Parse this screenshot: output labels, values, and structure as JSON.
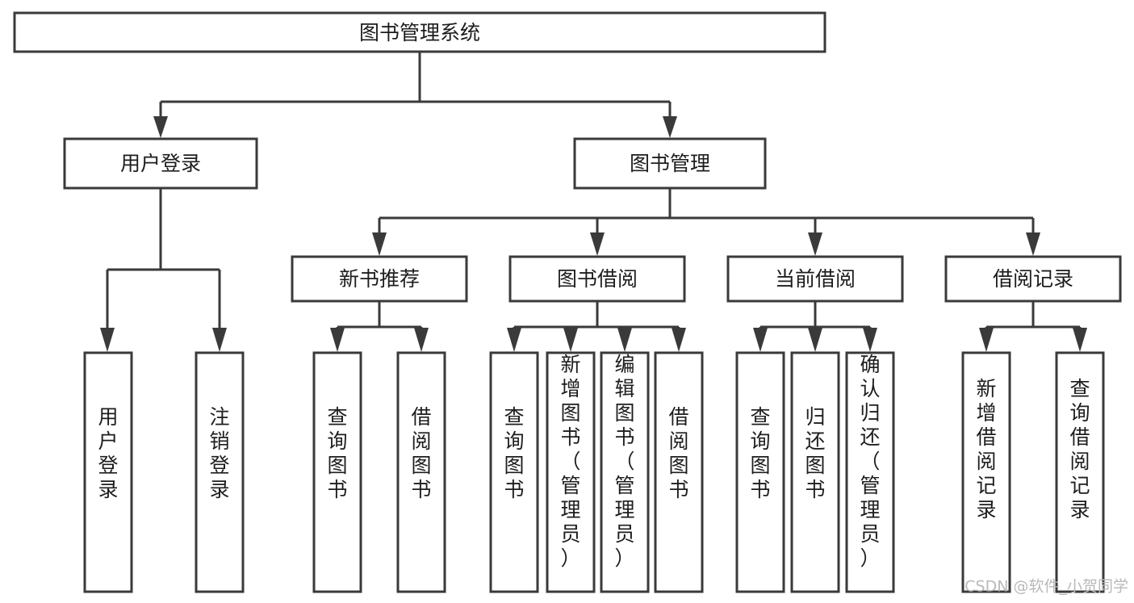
{
  "diagram": {
    "title": "图书管理系统",
    "type": "tree-hierarchy-diagram",
    "colors": {
      "background": "#ffffff",
      "box_stroke": "#3a3a3a",
      "box_fill": "#ffffff",
      "text": "#1d1d1d",
      "connector": "#3a3a3a",
      "watermark": "#b9b9b9"
    },
    "levels": {
      "root": {
        "label": "图书管理系统",
        "orientation": "horizontal"
      },
      "level2": [
        {
          "label": "用户登录",
          "orientation": "horizontal"
        },
        {
          "label": "图书管理",
          "orientation": "horizontal"
        }
      ],
      "level3": [
        {
          "label": "新书推荐",
          "orientation": "horizontal",
          "parent": "图书管理"
        },
        {
          "label": "图书借阅",
          "orientation": "horizontal",
          "parent": "图书管理"
        },
        {
          "label": "当前借阅",
          "orientation": "horizontal",
          "parent": "图书管理"
        },
        {
          "label": "借阅记录",
          "orientation": "horizontal",
          "parent": "图书管理"
        }
      ],
      "leaves": [
        {
          "label": "用户登录",
          "orientation": "vertical",
          "parent": "用户登录"
        },
        {
          "label": "注销登录",
          "orientation": "vertical",
          "parent": "用户登录"
        },
        {
          "label": "查询图书",
          "orientation": "vertical",
          "parent": "新书推荐"
        },
        {
          "label": "借阅图书",
          "orientation": "vertical",
          "parent": "新书推荐"
        },
        {
          "label": "查询图书",
          "orientation": "vertical",
          "parent": "图书借阅"
        },
        {
          "label": "新增图书（管理员）",
          "orientation": "vertical",
          "parent": "图书借阅"
        },
        {
          "label": "编辑图书（管理员）",
          "orientation": "vertical",
          "parent": "图书借阅"
        },
        {
          "label": "借阅图书",
          "orientation": "vertical",
          "parent": "图书借阅"
        },
        {
          "label": "查询图书",
          "orientation": "vertical",
          "parent": "当前借阅"
        },
        {
          "label": "归还图书",
          "orientation": "vertical",
          "parent": "当前借阅"
        },
        {
          "label": "确认归还（管理员）",
          "orientation": "vertical",
          "parent": "当前借阅"
        },
        {
          "label": "新增借阅记录",
          "orientation": "vertical",
          "parent": "借阅记录"
        },
        {
          "label": "查询借阅记录",
          "orientation": "vertical",
          "parent": "借阅记录"
        }
      ]
    },
    "watermark": "CSDN @软件_小贺同学"
  }
}
